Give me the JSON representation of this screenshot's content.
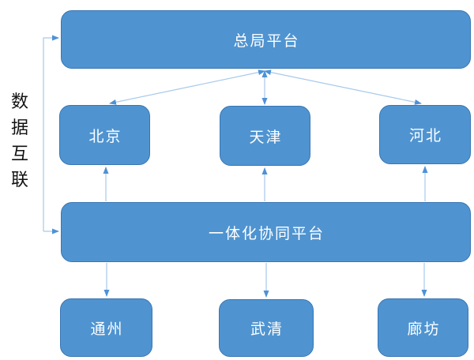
{
  "diagram": {
    "side_label": "数据互联",
    "nodes": {
      "top": "总局平台",
      "middle": [
        "北京",
        "天津",
        "河北"
      ],
      "platform": "一体化协同平台",
      "bottom": [
        "通州",
        "武清",
        "廊坊"
      ]
    },
    "edges": [
      {
        "from": "总局平台",
        "to": "北京",
        "style": "double-arrow"
      },
      {
        "from": "总局平台",
        "to": "天津",
        "style": "double-arrow"
      },
      {
        "from": "总局平台",
        "to": "河北",
        "style": "double-arrow"
      },
      {
        "from": "一体化协同平台",
        "to": "北京",
        "style": "arrow"
      },
      {
        "from": "一体化协同平台",
        "to": "天津",
        "style": "arrow"
      },
      {
        "from": "一体化协同平台",
        "to": "河北",
        "style": "arrow"
      },
      {
        "from": "一体化协同平台",
        "to": "通州",
        "style": "arrow"
      },
      {
        "from": "一体化协同平台",
        "to": "武清",
        "style": "arrow"
      },
      {
        "from": "一体化协同平台",
        "to": "廊坊",
        "style": "arrow"
      },
      {
        "label": "数据互联",
        "targets": [
          "总局平台",
          "一体化协同平台"
        ],
        "style": "bracket-arrows"
      }
    ],
    "colors": {
      "box_fill": "#4F94D1",
      "box_border": "#3876B3",
      "connector": "#A6C9EB",
      "arrowhead": "#4E91D6",
      "node_text": "#FFFFFF",
      "side_text": "#111111"
    }
  }
}
